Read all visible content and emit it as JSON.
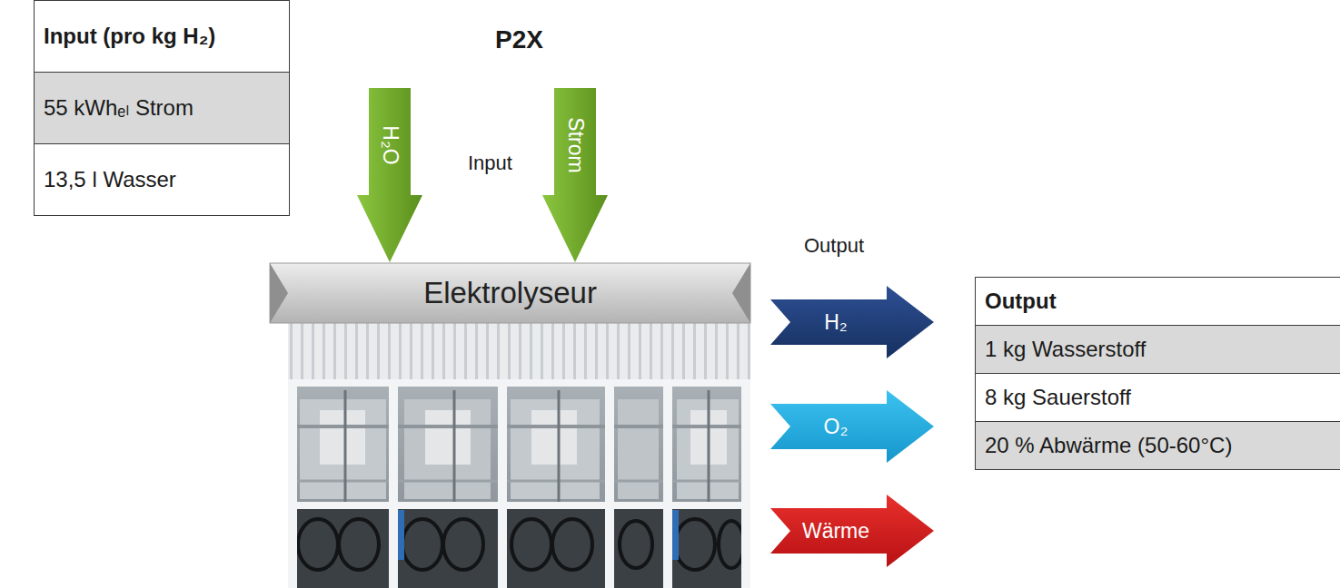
{
  "diagram": {
    "title": "P2X",
    "nodes": [
      {
        "text": [
          "Input (pro kg H₂)"
        ]
      },
      {
        "text": [
          "55 kWhₑₗ Strom"
        ]
      },
      {
        "text": [
          "13,5 l Wasser"
        ]
      },
      {
        "text": [
          "H₂O"
        ]
      },
      {
        "text": [
          "Strom"
        ]
      },
      {
        "text": [
          "Elektrolyseur"
        ]
      },
      {
        "text": [
          "H₂"
        ]
      },
      {
        "text": [
          "O₂"
        ]
      },
      {
        "text": [
          "Wärme"
        ]
      },
      {
        "text": [
          "Output"
        ]
      },
      {
        "text": [
          "1 kg Wasserstoff"
        ]
      },
      {
        "text": [
          "8 kg Sauerstoff"
        ]
      },
      {
        "text": [
          "20 % Abwärme (50-60°C)"
        ]
      }
    ],
    "labels": [
      "Input",
      "Output"
    ]
  }
}
